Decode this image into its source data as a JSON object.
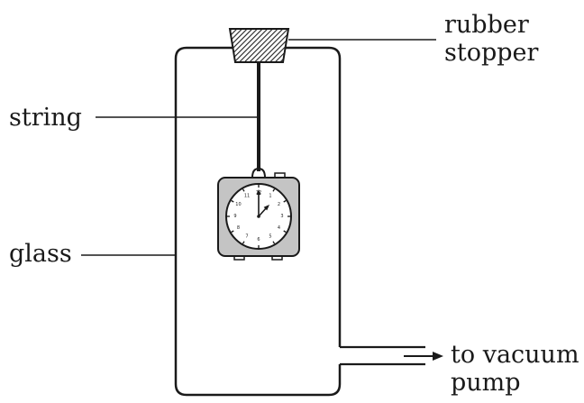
{
  "labels": {
    "stopper_line1": "rubber",
    "stopper_line2": "stopper",
    "string": "string",
    "glass": "glass",
    "pump_line1": "to vacuum",
    "pump_line2": "pump"
  },
  "clock": {
    "numerals": [
      "12",
      "1",
      "2",
      "3",
      "4",
      "5",
      "6",
      "7",
      "8",
      "9",
      "10",
      "11"
    ]
  }
}
